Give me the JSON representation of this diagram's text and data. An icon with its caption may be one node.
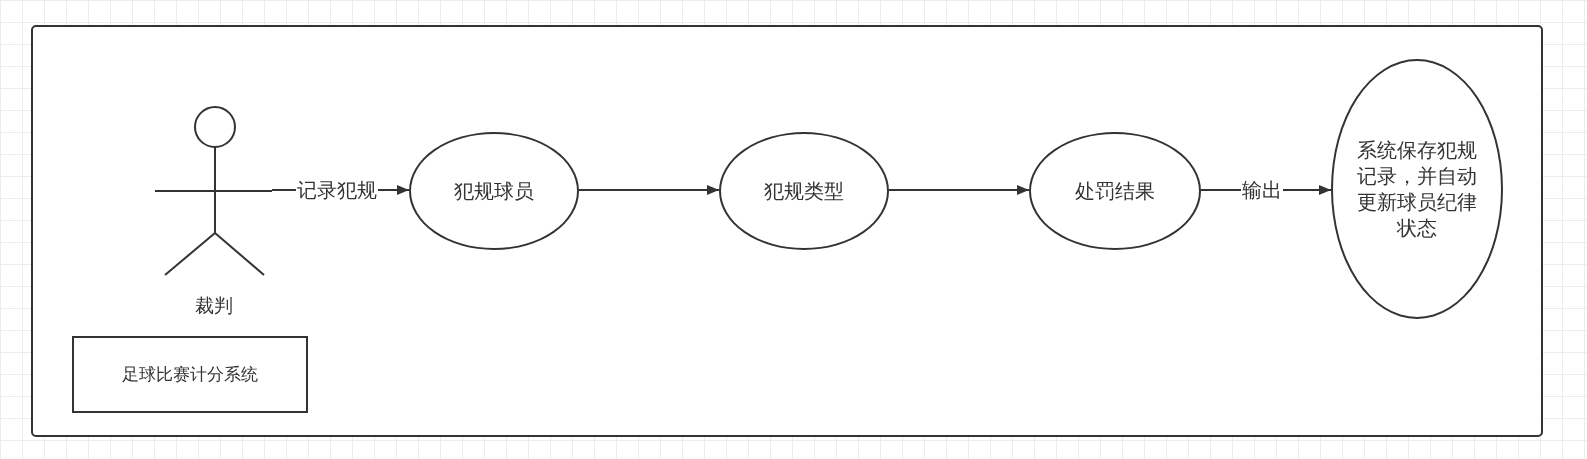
{
  "diagram": {
    "nodes": [
      {
        "text": [],
        "shape": "box"
      },
      {
        "text": [
          "裁判"
        ],
        "in": 0
      },
      {
        "text": [
          "犯规球员"
        ],
        "in": 0
      },
      {
        "text": [
          "犯规类型"
        ],
        "in": 0
      },
      {
        "text": [
          "处罚结果"
        ],
        "in": 0
      },
      {
        "text": [
          "系统保存犯规记录，并自动更新球员纪律状态"
        ],
        "in": 0
      },
      {
        "text": [
          "足球比赛计分系统"
        ],
        "in": 0
      }
    ],
    "edges": [
      {
        "from": 1,
        "to": 2,
        "arrow": "to",
        "label": "记录犯规"
      },
      {
        "from": 2,
        "to": 3,
        "arrow": "to"
      },
      {
        "from": 3,
        "to": 4,
        "arrow": "to"
      },
      {
        "from": 4,
        "to": 5,
        "arrow": "to",
        "label": "输出"
      }
    ]
  }
}
